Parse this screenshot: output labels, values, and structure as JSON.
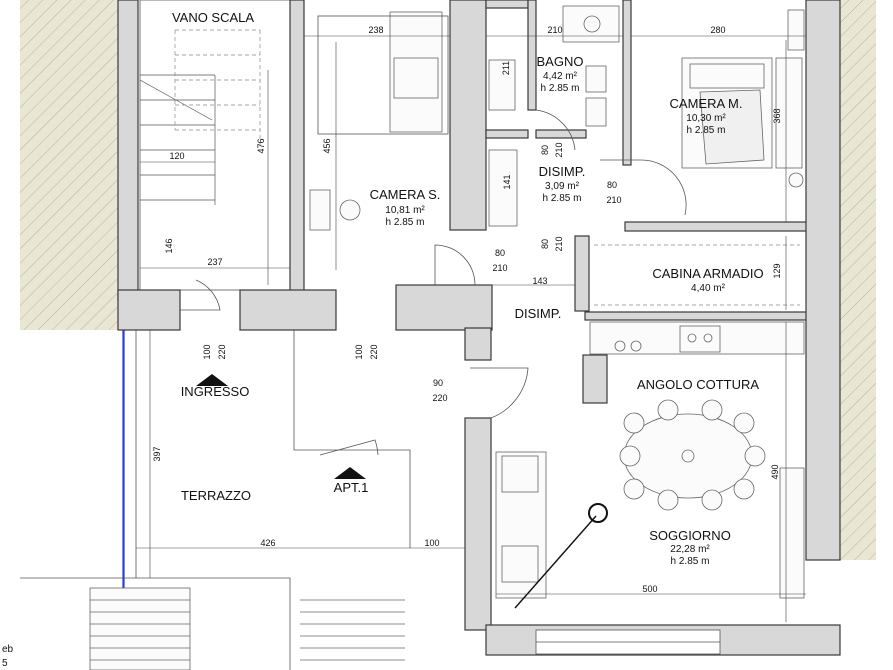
{
  "rooms": {
    "vano_scala": "VANO SCALA",
    "camera_s": {
      "name": "CAMERA S.",
      "area": "10,81 m²",
      "height": "h 2.85 m"
    },
    "bagno": {
      "name": "BAGNO",
      "area": "4,42 m²",
      "height": "h 2.85 m"
    },
    "camera_m": {
      "name": "CAMERA M.",
      "area": "10,30 m²",
      "height": "h 2.85 m"
    },
    "disimp_1": {
      "name": "DISIMP.",
      "area": "3,09 m²",
      "height": "h 2.85 m"
    },
    "cabina": {
      "name": "CABINA ARMADIO",
      "area": "4,40 m²"
    },
    "disimp_2": {
      "name": "DISIMP."
    },
    "angolo": "ANGOLO COTTURA",
    "soggiorno": {
      "name": "SOGGIORNO",
      "area": "22,28 m²",
      "height": "h 2.85 m"
    },
    "ingresso": "INGRESSO",
    "terrazzo": "TERRAZZO",
    "apt": "APT.1"
  },
  "dims": {
    "d120": "120",
    "d476": "476",
    "d146": "146",
    "d237": "237",
    "d238": "238",
    "d456": "456",
    "d210_top": "210",
    "d211": "211",
    "d80_bagno": "80",
    "d210_bagno": "210",
    "d141": "141",
    "d80_disimp": "80",
    "d210_disimp": "210",
    "d280": "280",
    "d368": "368",
    "d80_cm": "80",
    "d210_cm": "210",
    "d129": "129",
    "d80_cs": "80",
    "d210_cs": "210",
    "d143": "143",
    "d100_a": "100",
    "d220_a": "220",
    "d100_b": "100",
    "d220_b": "220",
    "d90": "90",
    "d220_c": "220",
    "d397": "397",
    "d426": "426",
    "d100_c": "100",
    "d490": "490",
    "d500": "500"
  },
  "edge": {
    "l1": "eb",
    "l2": "5"
  }
}
